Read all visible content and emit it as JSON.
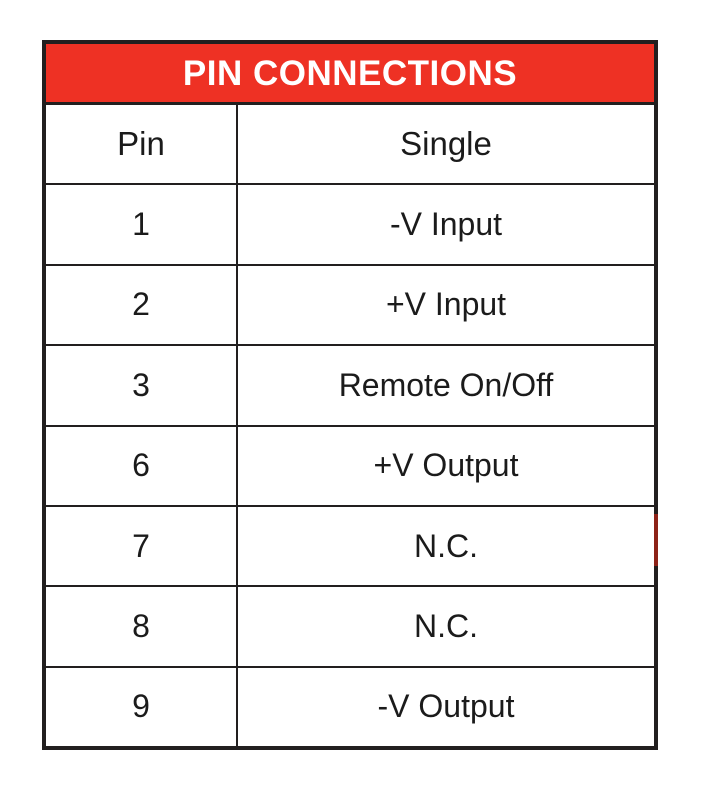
{
  "table": {
    "title": "PIN CONNECTIONS",
    "accent_color": "#EE3124",
    "border_color": "#221F1F",
    "text_color": "#1B1B1B",
    "title_text_color": "#FFFFFF",
    "columns": [
      "Pin",
      "Single"
    ],
    "rows": [
      {
        "pin": "1",
        "single": "-V Input"
      },
      {
        "pin": "2",
        "single": "+V Input"
      },
      {
        "pin": "3",
        "single": "Remote On/Off"
      },
      {
        "pin": "6",
        "single": "+V Output"
      },
      {
        "pin": "7",
        "single": "N.C."
      },
      {
        "pin": "8",
        "single": "N.C."
      },
      {
        "pin": "9",
        "single": "-V Output"
      }
    ]
  }
}
